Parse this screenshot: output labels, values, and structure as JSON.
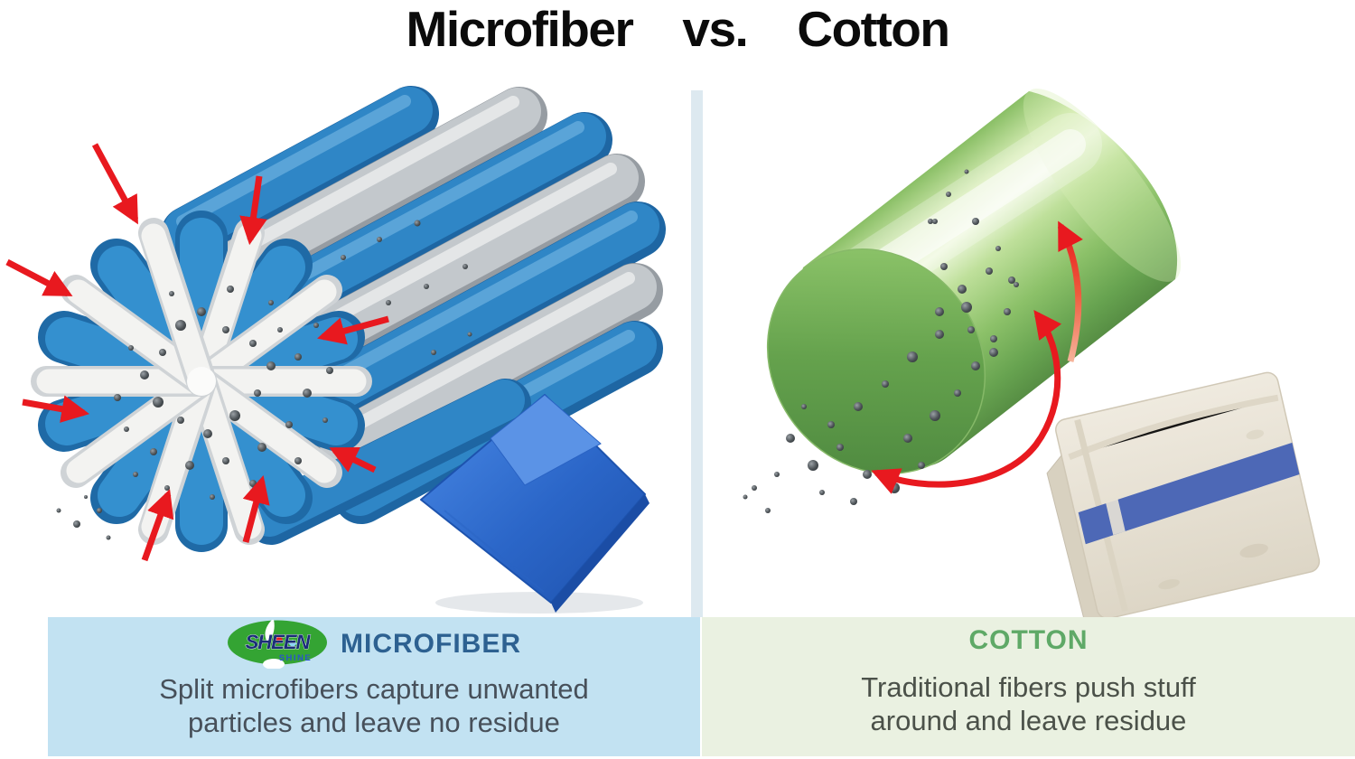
{
  "title": {
    "left_term": "Microfiber",
    "separator": "vs.",
    "right_term": "Cotton"
  },
  "microfiber_panel": {
    "logo": {
      "primary": "SHEEN",
      "secondary": "SHINE"
    },
    "heading": "MICROFIBER",
    "line1": "Split microfibers capture unwanted",
    "line2": "particles and leave no residue"
  },
  "cotton_panel": {
    "heading": "COTTON",
    "line1": "Traditional fibers push stuff",
    "line2": "around and leave residue"
  },
  "colors": {
    "title_text": "#0b0b0b",
    "divider": "#dde9f0",
    "microfiber_panel_bg": "#c2e2f2",
    "microfiber_heading": "#2d6191",
    "cotton_panel_bg": "#eaf1e1",
    "cotton_heading": "#5fa967",
    "body_text": "#47505a",
    "arrow_red": "#e8191f",
    "fiber_blue": "#2f86c6",
    "fiber_silver": "#c3c8cc",
    "split_fiber_white": "#f3f3f1",
    "cotton_cylinder_green": "#6fae57",
    "microfiber_cloth_blue": "#2f6fd3",
    "cotton_towel_cream": "#e7e2d6",
    "towel_stripe_blue": "#4d68b6",
    "logo_green": "#34a433",
    "logo_navy": "#1b2d78",
    "logo_shine_blue": "#2b55c8"
  }
}
